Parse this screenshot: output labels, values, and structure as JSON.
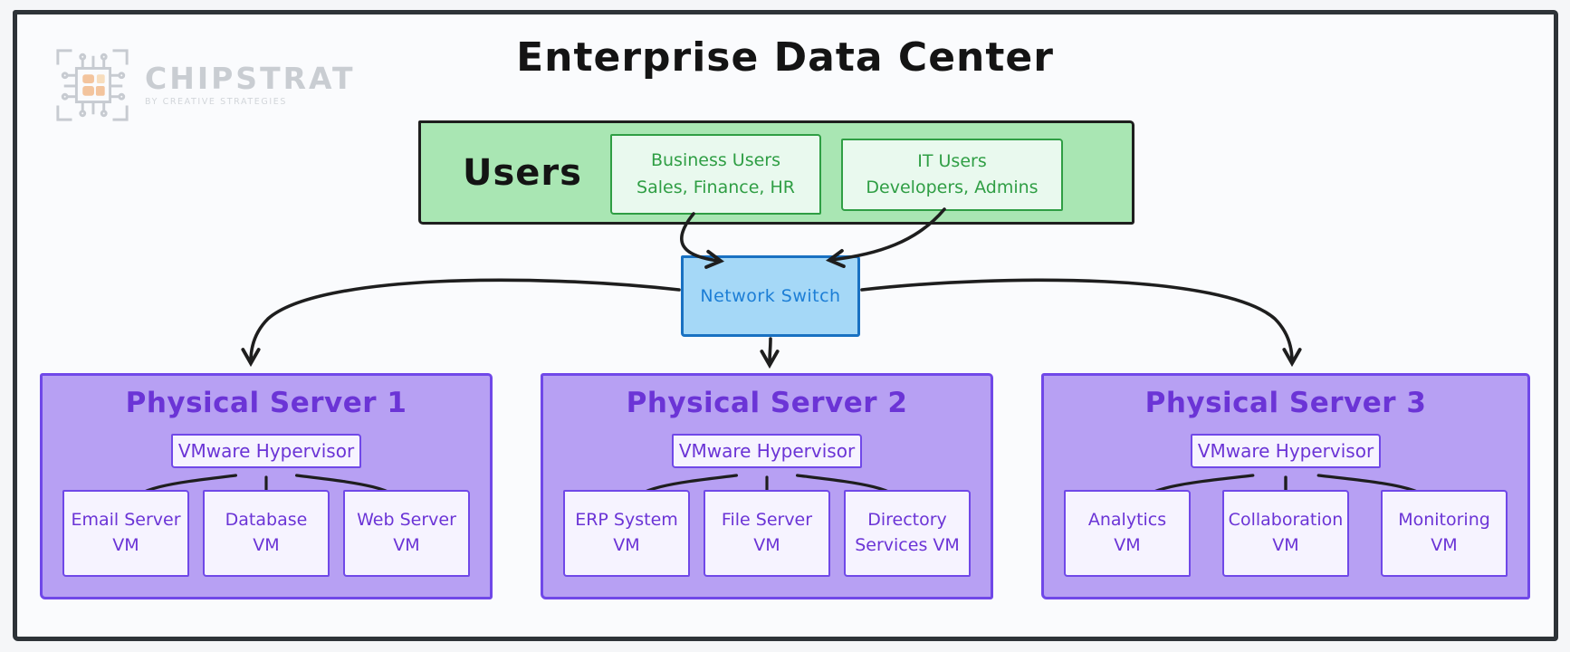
{
  "logo": {
    "name": "CHIPSTRAT",
    "tagline": "BY CREATIVE STRATEGIES"
  },
  "title": "Enterprise Data Center",
  "users": {
    "label": "Users",
    "groups": [
      {
        "lines": [
          "Business Users",
          "Sales, Finance, HR"
        ]
      },
      {
        "lines": [
          "IT Users",
          "Developers, Admins"
        ]
      }
    ]
  },
  "network": {
    "label": "Network Switch"
  },
  "servers": [
    {
      "title": "Physical Server 1",
      "hypervisor": "VMware Hypervisor",
      "vms": [
        {
          "lines": [
            "Email Server",
            "VM"
          ]
        },
        {
          "lines": [
            "Database",
            "VM"
          ]
        },
        {
          "lines": [
            "Web Server",
            "VM"
          ]
        }
      ]
    },
    {
      "title": "Physical Server 2",
      "hypervisor": "VMware Hypervisor",
      "vms": [
        {
          "lines": [
            "ERP System",
            "VM"
          ]
        },
        {
          "lines": [
            "File Server",
            "VM"
          ]
        },
        {
          "lines": [
            "Directory",
            "Services VM"
          ]
        }
      ]
    },
    {
      "title": "Physical Server 3",
      "hypervisor": "VMware Hypervisor",
      "vms": [
        {
          "lines": [
            "Analytics",
            "VM"
          ]
        },
        {
          "lines": [
            "Collaboration",
            "VM"
          ]
        },
        {
          "lines": [
            "Monitoring",
            "VM"
          ]
        }
      ]
    }
  ],
  "colors": {
    "background": "#f5f6f8",
    "frame_border": "#2e3338",
    "users_fill": "#a9e6b3",
    "users_border": "#1e1e1e",
    "user_group_fill": "#e9f9ee",
    "user_group_accent": "#2f9e44",
    "switch_fill": "#a5d8f7",
    "switch_border": "#1971c2",
    "switch_text": "#1c7ed6",
    "server_fill": "#b7a0f3",
    "server_border": "#7048e8",
    "server_text": "#6b34d6",
    "vm_fill": "#f6f3ff",
    "arrow": "#1e1e1e",
    "logo_gray": "#c9cdd2",
    "logo_accent": "#f3c49d",
    "title_text": "#141414"
  }
}
